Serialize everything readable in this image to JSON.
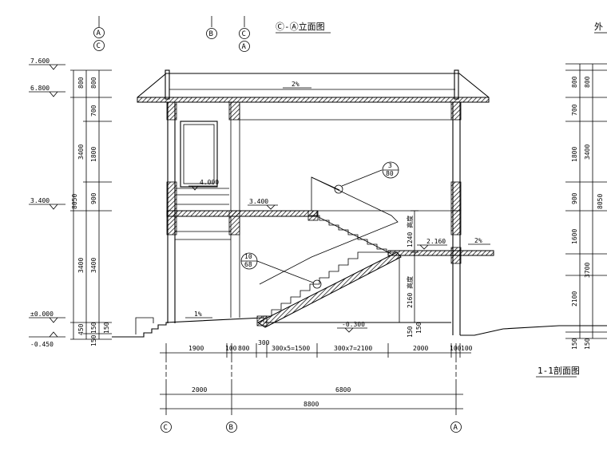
{
  "titles": {
    "elevation_title": "Ⓒ-Ⓐ立面图",
    "section_title": "1-1剖面图",
    "right_clip_title": "外"
  },
  "axis_bubbles": {
    "top_left_a": "A",
    "top_left_c": "C",
    "top_b": "B",
    "top_right_c": "C",
    "top_right_a": "A",
    "bottom_c": "C",
    "bottom_b": "B",
    "bottom_a": "A"
  },
  "level_marks": {
    "l_7600": "7.600",
    "l_6800": "6.800",
    "l_3400": "3.400",
    "l_0000": "±0.000",
    "l_m0450": "-0.450",
    "floor_3400": "3.400",
    "window_4000": "4.000",
    "landing_2160": "2.160",
    "yard_m0300": "-0.300"
  },
  "slopes": {
    "roof": "2%",
    "ground": "1%",
    "canopy": "2%"
  },
  "detail_refs": {
    "stair_rail_num": "3",
    "stair_rail_sheet": "80",
    "stair_step_num": "10",
    "stair_step_sheet": "68"
  },
  "left_dims": {
    "total": "8050",
    "upper_storey": "3400",
    "lower_storey": "3400",
    "parapet": "800",
    "parapet_b": "800",
    "upper_a": "700",
    "upper_b": "1800",
    "upper_c": "900",
    "lower_a": "3400",
    "plinth_a": "450",
    "plinth_b": "150",
    "plinth_c": "150",
    "plinth_d": "150"
  },
  "right_dims": {
    "total": "8050",
    "upper_storey": "3400",
    "lower_storey": "3700",
    "parapet": "800",
    "parapet_b": "800",
    "a": "700",
    "b": "1800",
    "c": "900",
    "d": "1600",
    "e": "2100",
    "f": "150",
    "g": "150"
  },
  "stair_dims": {
    "upper_flight": "1240 高度",
    "lower_flight": "2160 高度",
    "base_a": "150",
    "base_b": "150"
  },
  "bottom_dims": {
    "d1900": "1900",
    "d100a": "100",
    "d800": "800",
    "d300": "300",
    "d1500": "300x5=1500",
    "d2100": "300x7=2100",
    "d2000r": "2000",
    "d100b": "100",
    "d100c": "100",
    "d2000": "2000",
    "d6800": "6800",
    "d8800": "8800"
  }
}
